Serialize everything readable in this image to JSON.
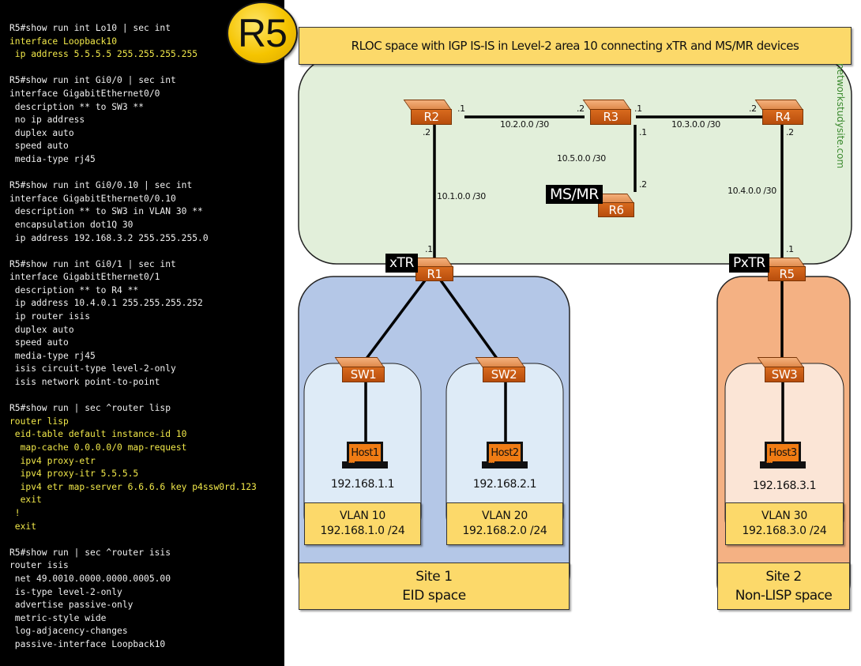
{
  "terminal": {
    "lines": [
      {
        "text": "R5#show run int Lo10 | sec int",
        "hl": false
      },
      {
        "text": "interface Loopback10",
        "hl": true
      },
      {
        "text": " ip address 5.5.5.5 255.255.255.255",
        "hl": true
      },
      {
        "text": "",
        "hl": false
      },
      {
        "text": "R5#show run int Gi0/0 | sec int",
        "hl": false
      },
      {
        "text": "interface GigabitEthernet0/0",
        "hl": false
      },
      {
        "text": " description ** to SW3 **",
        "hl": false
      },
      {
        "text": " no ip address",
        "hl": false
      },
      {
        "text": " duplex auto",
        "hl": false
      },
      {
        "text": " speed auto",
        "hl": false
      },
      {
        "text": " media-type rj45",
        "hl": false
      },
      {
        "text": "",
        "hl": false
      },
      {
        "text": "R5#show run int Gi0/0.10 | sec int",
        "hl": false
      },
      {
        "text": "interface GigabitEthernet0/0.10",
        "hl": false
      },
      {
        "text": " description ** to SW3 in VLAN 30 **",
        "hl": false
      },
      {
        "text": " encapsulation dot1Q 30",
        "hl": false
      },
      {
        "text": " ip address 192.168.3.2 255.255.255.0",
        "hl": false
      },
      {
        "text": "",
        "hl": false
      },
      {
        "text": "R5#show run int Gi0/1 | sec int",
        "hl": false
      },
      {
        "text": "interface GigabitEthernet0/1",
        "hl": false
      },
      {
        "text": " description ** to R4 **",
        "hl": false
      },
      {
        "text": " ip address 10.4.0.1 255.255.255.252",
        "hl": false
      },
      {
        "text": " ip router isis",
        "hl": false
      },
      {
        "text": " duplex auto",
        "hl": false
      },
      {
        "text": " speed auto",
        "hl": false
      },
      {
        "text": " media-type rj45",
        "hl": false
      },
      {
        "text": " isis circuit-type level-2-only",
        "hl": false
      },
      {
        "text": " isis network point-to-point",
        "hl": false
      },
      {
        "text": "",
        "hl": false
      },
      {
        "text": "R5#show run | sec ^router lisp",
        "hl": false
      },
      {
        "text": "router lisp",
        "hl": true
      },
      {
        "text": " eid-table default instance-id 10",
        "hl": true
      },
      {
        "text": "  map-cache 0.0.0.0/0 map-request",
        "hl": true
      },
      {
        "text": "  ipv4 proxy-etr",
        "hl": true
      },
      {
        "text": "  ipv4 proxy-itr 5.5.5.5",
        "hl": true
      },
      {
        "text": "  ipv4 etr map-server 6.6.6.6 key p4ssw0rd.123",
        "hl": true
      },
      {
        "text": "  exit",
        "hl": true
      },
      {
        "text": " !",
        "hl": true
      },
      {
        "text": " exit",
        "hl": true
      },
      {
        "text": "",
        "hl": false
      },
      {
        "text": "R5#show run | sec ^router isis",
        "hl": false
      },
      {
        "text": "router isis",
        "hl": false
      },
      {
        "text": " net 49.0010.0000.0000.0005.00",
        "hl": false
      },
      {
        "text": " is-type level-2-only",
        "hl": false
      },
      {
        "text": " advertise passive-only",
        "hl": false
      },
      {
        "text": " metric-style wide",
        "hl": false
      },
      {
        "text": " log-adjacency-changes",
        "hl": false
      },
      {
        "text": " passive-interface Loopback10",
        "hl": false
      }
    ]
  },
  "badge": {
    "label": "R5"
  },
  "diagram": {
    "rloc_banner": "RLOC space with IGP IS-IS in Level-2 area 10 connecting xTR and MS/MR devices",
    "watermark": "networkstudysite.com",
    "colors": {
      "rloc_area": "#e2efda",
      "site1_area": "#b4c7e7",
      "site1_vlan": "#deebf7",
      "site2_area": "#f4b183",
      "site2_vlan": "#fbe5d6",
      "banner": "#fcd96a",
      "device": "#c55a11"
    },
    "routers": {
      "r1": "R1",
      "r2": "R2",
      "r3": "R3",
      "r4": "R4",
      "r5": "R5",
      "r6": "R6"
    },
    "switches": {
      "sw1": "SW1",
      "sw2": "SW2",
      "sw3": "SW3"
    },
    "roles": {
      "r1": "xTR",
      "r5": "PxTR",
      "r6": "MS/MR"
    },
    "links": {
      "r2_r3": {
        "subnet": "10.2.0.0 /30",
        "a": ".1",
        "b": ".2"
      },
      "r3_r4": {
        "subnet": "10.3.0.0 /30",
        "a": ".1",
        "b": ".2"
      },
      "r3_r6": {
        "subnet": "10.5.0.0 /30",
        "a": ".1",
        "b": ".2"
      },
      "r1_r2": {
        "subnet": "10.1.0.0 /30",
        "a": ".1",
        "b": ".2"
      },
      "r5_r4": {
        "subnet": "10.4.0.0 /30",
        "a": ".1",
        "b": ".2"
      }
    },
    "hosts": [
      {
        "name": "Host1",
        "ip": "192.168.1.1",
        "vlan": "VLAN 10",
        "subnet": "192.168.1.0 /24"
      },
      {
        "name": "Host2",
        "ip": "192.168.2.1",
        "vlan": "VLAN 20",
        "subnet": "192.168.2.0 /24"
      },
      {
        "name": "Host3",
        "ip": "192.168.3.1",
        "vlan": "VLAN 30",
        "subnet": "192.168.3.0 /24"
      }
    ],
    "sites": [
      {
        "line1": "Site 1",
        "line2": "EID space"
      },
      {
        "line1": "Site 2",
        "line2": "Non-LISP space"
      }
    ]
  }
}
